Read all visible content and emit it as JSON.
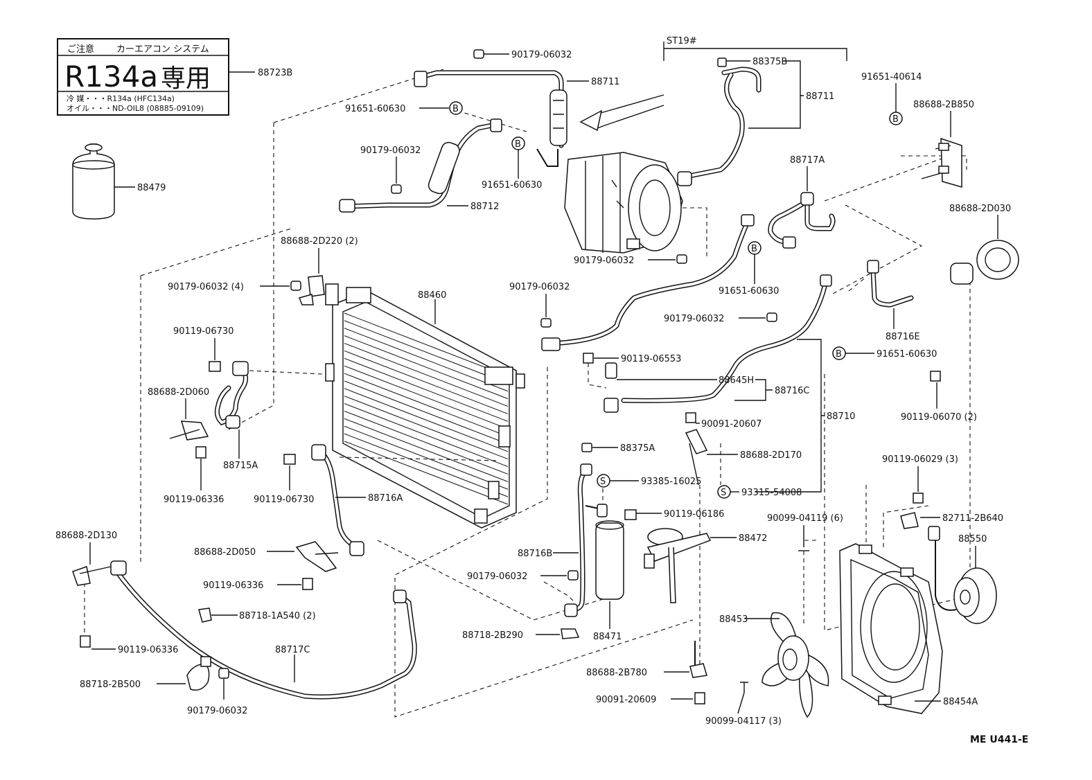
{
  "warning_plate": {
    "title_left": "ご注意",
    "title_right": "カーエアコン システム",
    "big_text_a": "R134a",
    "big_text_b": "専用",
    "line1": "冷 媒・・・R134a (HFC134a)",
    "line2": "オイル・・・ND-OIL8 (08885-09109)"
  },
  "st_label": "ST19#",
  "footer_code": "ME U441-E",
  "labels": {
    "p88723B": "88723B",
    "p88479": "88479",
    "p90179_06032_top": "90179-06032",
    "p88711_a": "88711",
    "p91651_60630_a": "91651-60630",
    "p90179_06032_b": "90179-06032",
    "p91651_60630_b": "91651-60630",
    "p88712": "88712",
    "p88375B": "88375B",
    "p88711_b": "88711",
    "p91651_40614": "91651-40614",
    "p88688_2B850": "88688-2B850",
    "p88717A": "88717A",
    "p88688_2D030": "88688-2D030",
    "p90179_06032_c": "90179-06032",
    "p91651_60630_c": "91651-60630",
    "p88688_2D220": "88688-2D220 (2)",
    "p90179_06032_4": "90179-06032 (4)",
    "p88460": "88460",
    "p90179_06032_d": "90179-06032",
    "p90179_06032_e": "90179-06032",
    "p88716E": "88716E",
    "p91651_60630_d": "91651-60630",
    "p90119_06730_a": "90119-06730",
    "p90119_06553": "90119-06553",
    "p88645H": "88645H",
    "p88716C": "88716C",
    "p88688_2D060": "88688-2D060",
    "p90119_06070": "90119-06070 (2)",
    "p90091_20607": "90091-20607",
    "p88715A": "88715A",
    "p88710": "88710",
    "p88375A": "88375A",
    "p88688_2D170": "88688-2D170",
    "p90119_06336_a": "90119-06336",
    "p90119_06730_b": "90119-06730",
    "p93385_16025": "93385-16025",
    "p93315_54008": "93315-54008",
    "p90119_06029": "90119-06029 (3)",
    "p88716A": "88716A",
    "p90119_06186": "90119-06186",
    "p82711_2B640": "82711-2B640",
    "p88688_2D130": "88688-2D130",
    "p90099_04119": "90099-04119 (6)",
    "p88472": "88472",
    "p88550": "88550",
    "p88688_2D050": "88688-2D050",
    "p88716B": "88716B",
    "p90119_06336_b": "90119-06336",
    "p90179_06032_f": "90179-06032",
    "p88718_1A540": "88718-1A540 (2)",
    "p88453": "88453",
    "p88718_2B290": "88718-2B290",
    "p88471": "88471",
    "p90119_06336_c": "90119-06336",
    "p88717C": "88717C",
    "p88688_2B780": "88688-2B780",
    "p88718_2B500": "88718-2B500",
    "p90091_20609": "90091-20609",
    "p88454A": "88454A",
    "p90179_06032_g": "90179-06032",
    "p90099_04117": "90099-04117 (3)"
  },
  "markers": {
    "B": "B",
    "S": "S"
  }
}
